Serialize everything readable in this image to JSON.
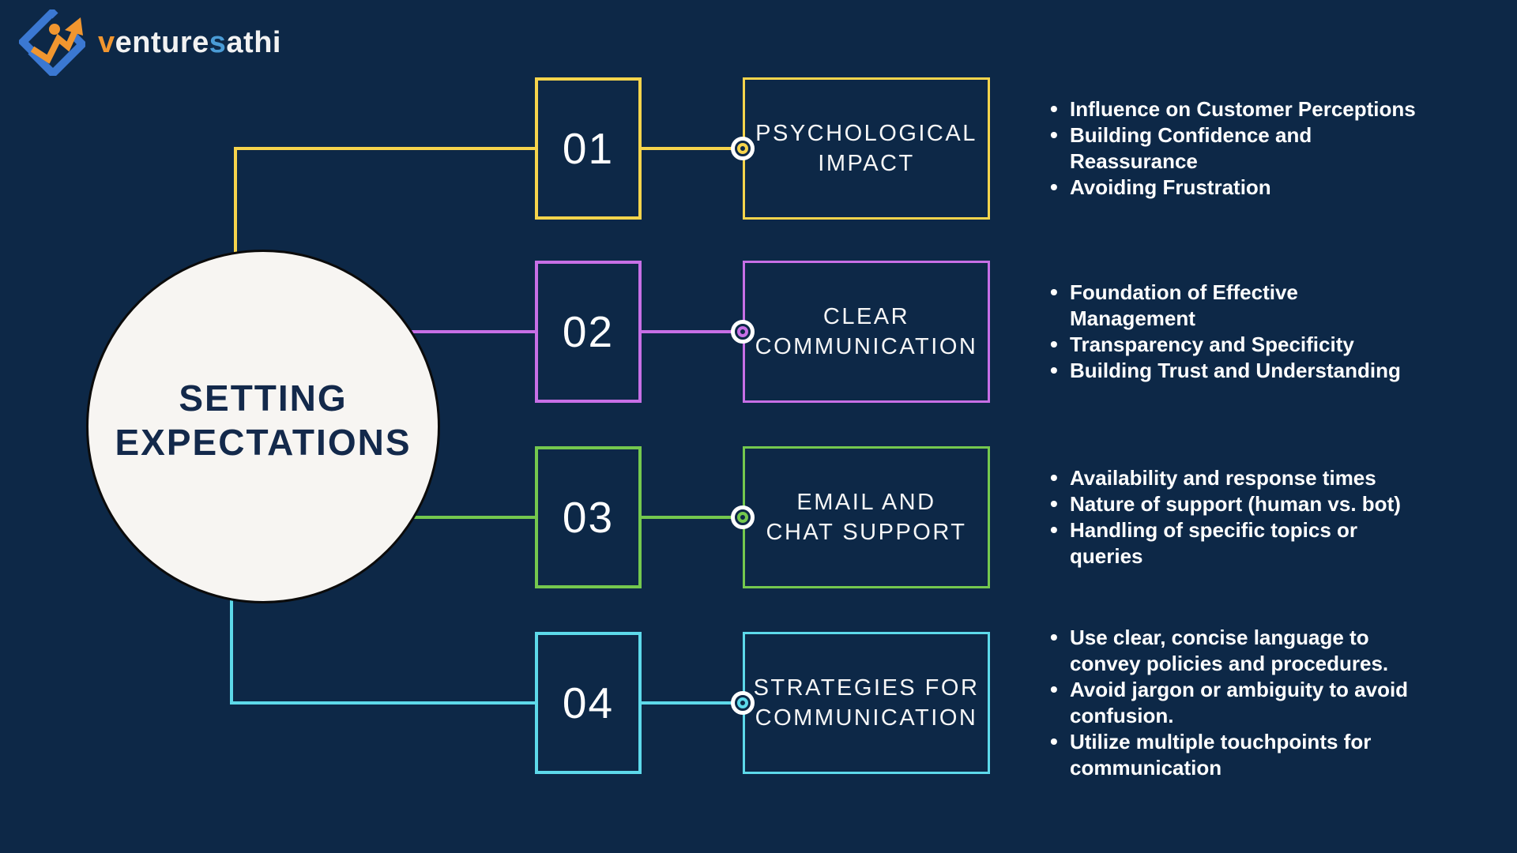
{
  "page": {
    "background_color": "#0D2847"
  },
  "logo": {
    "name": "venturesathi",
    "icon": "venturesathi-diamond-arrow-logo",
    "colors": {
      "blue": "#3B78D2",
      "orange": "#F1962F",
      "white": "#F2F2F2",
      "s_blue": "#4A9BD5"
    },
    "parts": [
      {
        "text": "v",
        "color": "#F1962F"
      },
      {
        "text": "enture",
        "color": "#F2F2F2"
      },
      {
        "text": "s",
        "color": "#4A9BD5"
      },
      {
        "text": "athi",
        "color": "#F2F2F2"
      }
    ]
  },
  "center": {
    "title_line1": "SETTING",
    "title_line2": "EXPECTATIONS",
    "fill_color": "#F7F5F2",
    "text_color": "#13294B"
  },
  "items": [
    {
      "number": "01",
      "title_lines": [
        "PSYCHOLOGICAL",
        "IMPACT"
      ],
      "color": "#F6D44C",
      "bullets": [
        {
          "lines": [
            "Influence on Customer Perceptions"
          ]
        },
        {
          "lines": [
            "Building Confidence and",
            "Reassurance"
          ]
        },
        {
          "lines": [
            "Avoiding Frustration"
          ]
        }
      ]
    },
    {
      "number": "02",
      "title_lines": [
        "CLEAR",
        "COMMUNICATION"
      ],
      "color": "#C76FE6",
      "bullets": [
        {
          "lines": [
            "Foundation of Effective",
            "Management"
          ]
        },
        {
          "lines": [
            "Transparency and Specificity"
          ]
        },
        {
          "lines": [
            "Building Trust and Understanding"
          ]
        }
      ]
    },
    {
      "number": "03",
      "title_lines": [
        "EMAIL AND",
        "CHAT SUPPORT"
      ],
      "color": "#74C84E",
      "bullets": [
        {
          "lines": [
            "Availability and response times"
          ]
        },
        {
          "lines": [
            "Nature of support (human vs. bot)"
          ]
        },
        {
          "lines": [
            "Handling of specific topics or",
            "queries"
          ]
        }
      ]
    },
    {
      "number": "04",
      "title_lines": [
        "STRATEGIES FOR",
        "COMMUNICATION"
      ],
      "color": "#5DD9EA",
      "bullets": [
        {
          "lines": [
            "Use clear, concise language to",
            "convey policies and procedures."
          ]
        },
        {
          "lines": [
            "Avoid jargon or ambiguity to avoid",
            "confusion."
          ]
        },
        {
          "lines": [
            "Utilize multiple touchpoints for",
            "communication"
          ]
        }
      ]
    }
  ]
}
